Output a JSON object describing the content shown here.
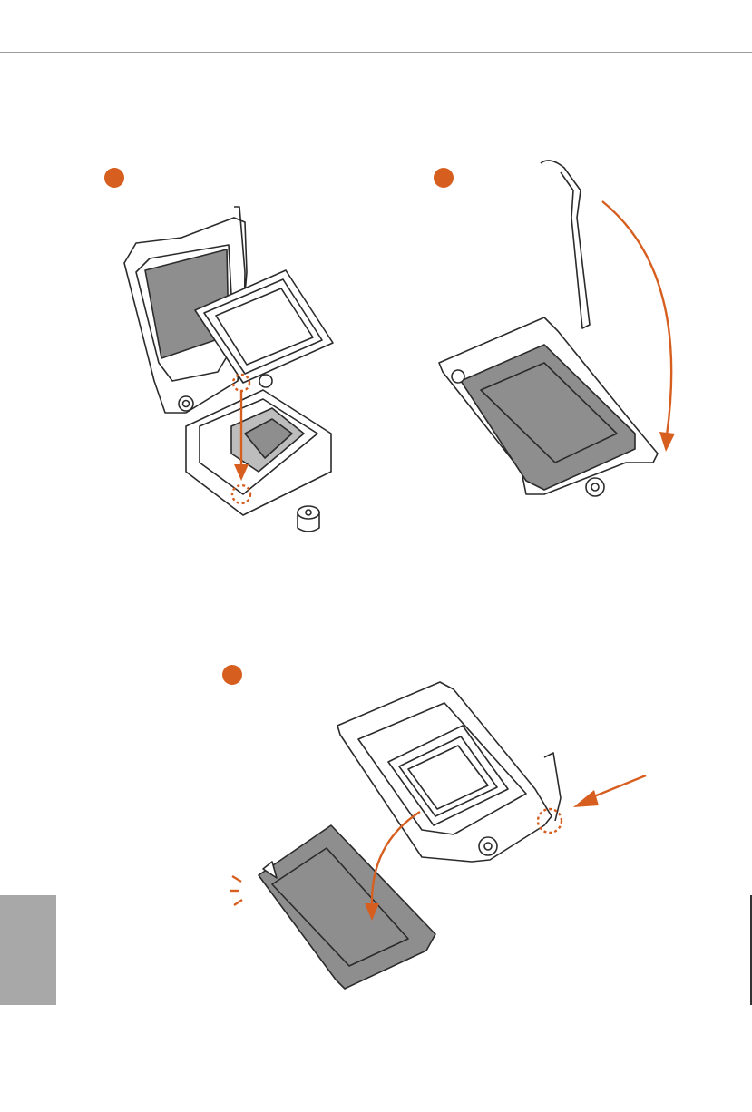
{
  "page": {
    "colors": {
      "accent": "#d65f20",
      "line": "#2b2b2b",
      "fill_dark": "#8e8e8e",
      "fill_mid": "#bdbdbd",
      "tab": "#a8a8a8"
    }
  },
  "steps": [
    {
      "id": 1,
      "illustration": "cpu-being-placed-in-socket"
    },
    {
      "id": 2,
      "illustration": "load-plate-closed-lever-down"
    },
    {
      "id": 3,
      "illustration": "pnp-cap-removed"
    }
  ]
}
